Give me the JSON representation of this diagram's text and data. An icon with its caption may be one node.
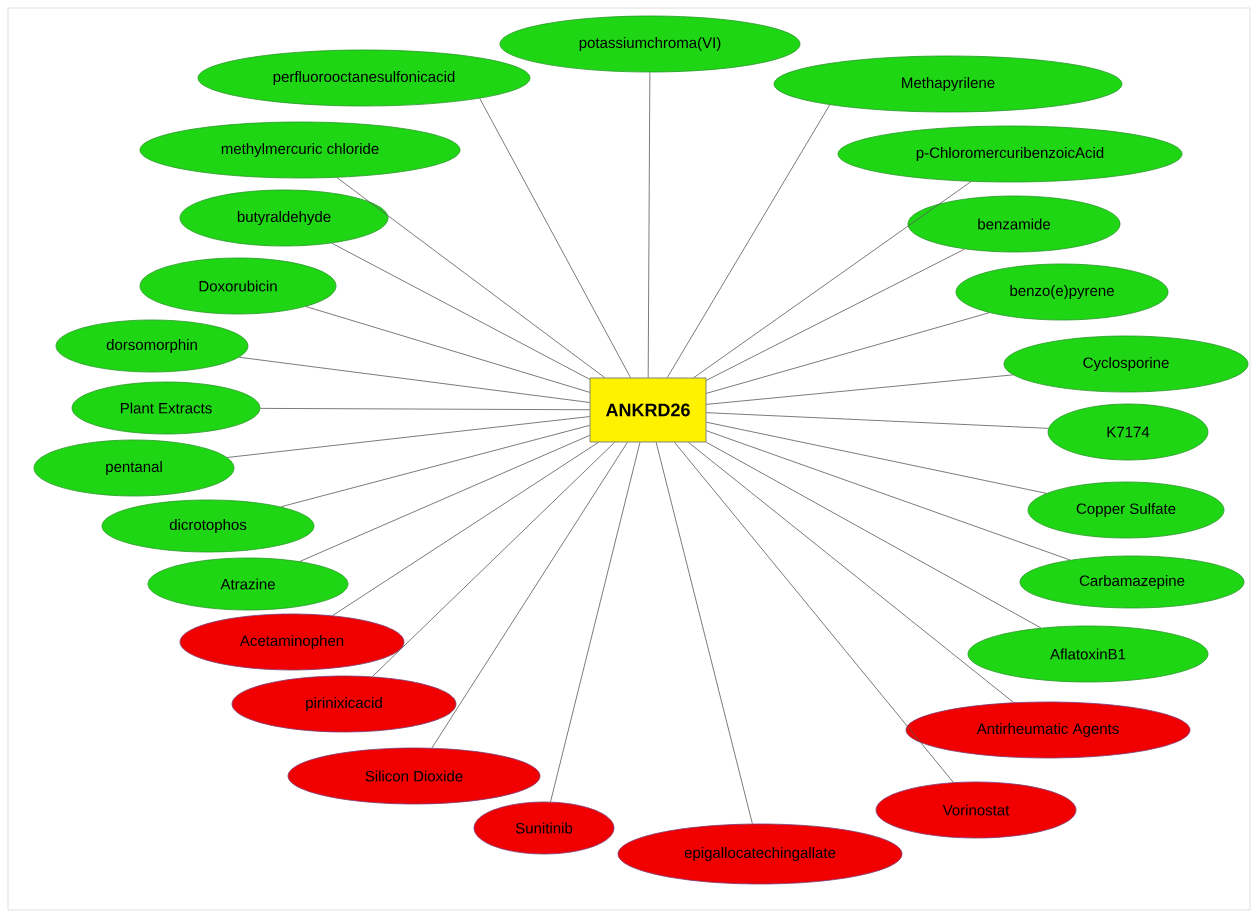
{
  "diagram": {
    "nodes": [
      {
        "text": [
          "ANKRD26"
        ]
      },
      {
        "text": [
          "potassiumchroma(VI)"
        ]
      },
      {
        "text": [
          "perfluorooctanesulfonicacid"
        ]
      },
      {
        "text": [
          "Methapyrilene"
        ]
      },
      {
        "text": [
          "methylmercuric chloride"
        ]
      },
      {
        "text": [
          "p-ChloromercuribenzoicAcid"
        ]
      },
      {
        "text": [
          "butyraldehyde"
        ]
      },
      {
        "text": [
          "benzamide"
        ]
      },
      {
        "text": [
          "Doxorubicin"
        ]
      },
      {
        "text": [
          "benzo(e)pyrene"
        ]
      },
      {
        "text": [
          "dorsomorphin"
        ]
      },
      {
        "text": [
          "Cyclosporine"
        ]
      },
      {
        "text": [
          "Plant Extracts"
        ]
      },
      {
        "text": [
          "K7174"
        ]
      },
      {
        "text": [
          "pentanal"
        ]
      },
      {
        "text": [
          "Copper Sulfate"
        ]
      },
      {
        "text": [
          "dicrotophos"
        ]
      },
      {
        "text": [
          "Carbamazepine"
        ]
      },
      {
        "text": [
          "Atrazine"
        ]
      },
      {
        "text": [
          "AflatoxinB1"
        ]
      },
      {
        "text": [
          "Acetaminophen"
        ]
      },
      {
        "text": [
          "pirinixicacid"
        ]
      },
      {
        "text": [
          "Antirheumatic Agents"
        ]
      },
      {
        "text": [
          "Silicon Dioxide"
        ]
      },
      {
        "text": [
          "Vorinostat"
        ]
      },
      {
        "text": [
          "Sunitinib"
        ]
      },
      {
        "text": [
          "epigallocatechingallate"
        ]
      }
    ],
    "edges": [
      {
        "from": 0,
        "to": 1,
        "arrow": "none"
      },
      {
        "from": 0,
        "to": 2,
        "arrow": "none"
      },
      {
        "from": 0,
        "to": 3,
        "arrow": "none"
      },
      {
        "from": 0,
        "to": 4,
        "arrow": "none"
      },
      {
        "from": 0,
        "to": 5,
        "arrow": "none"
      },
      {
        "from": 0,
        "to": 6,
        "arrow": "none"
      },
      {
        "from": 0,
        "to": 7,
        "arrow": "none"
      },
      {
        "from": 0,
        "to": 8,
        "arrow": "none"
      },
      {
        "from": 0,
        "to": 9,
        "arrow": "none"
      },
      {
        "from": 0,
        "to": 10,
        "arrow": "none"
      },
      {
        "from": 0,
        "to": 11,
        "arrow": "none"
      },
      {
        "from": 0,
        "to": 12,
        "arrow": "none"
      },
      {
        "from": 0,
        "to": 13,
        "arrow": "none"
      },
      {
        "from": 0,
        "to": 14,
        "arrow": "none"
      },
      {
        "from": 0,
        "to": 15,
        "arrow": "none"
      },
      {
        "from": 0,
        "to": 16,
        "arrow": "none"
      },
      {
        "from": 0,
        "to": 17,
        "arrow": "none"
      },
      {
        "from": 0,
        "to": 18,
        "arrow": "none"
      },
      {
        "from": 0,
        "to": 19,
        "arrow": "none"
      },
      {
        "from": 0,
        "to": 20,
        "arrow": "none"
      },
      {
        "from": 0,
        "to": 21,
        "arrow": "none"
      },
      {
        "from": 0,
        "to": 22,
        "arrow": "none"
      },
      {
        "from": 0,
        "to": 23,
        "arrow": "none"
      },
      {
        "from": 0,
        "to": 24,
        "arrow": "none"
      },
      {
        "from": 0,
        "to": 25,
        "arrow": "none"
      },
      {
        "from": 0,
        "to": 26,
        "arrow": "none"
      }
    ]
  }
}
